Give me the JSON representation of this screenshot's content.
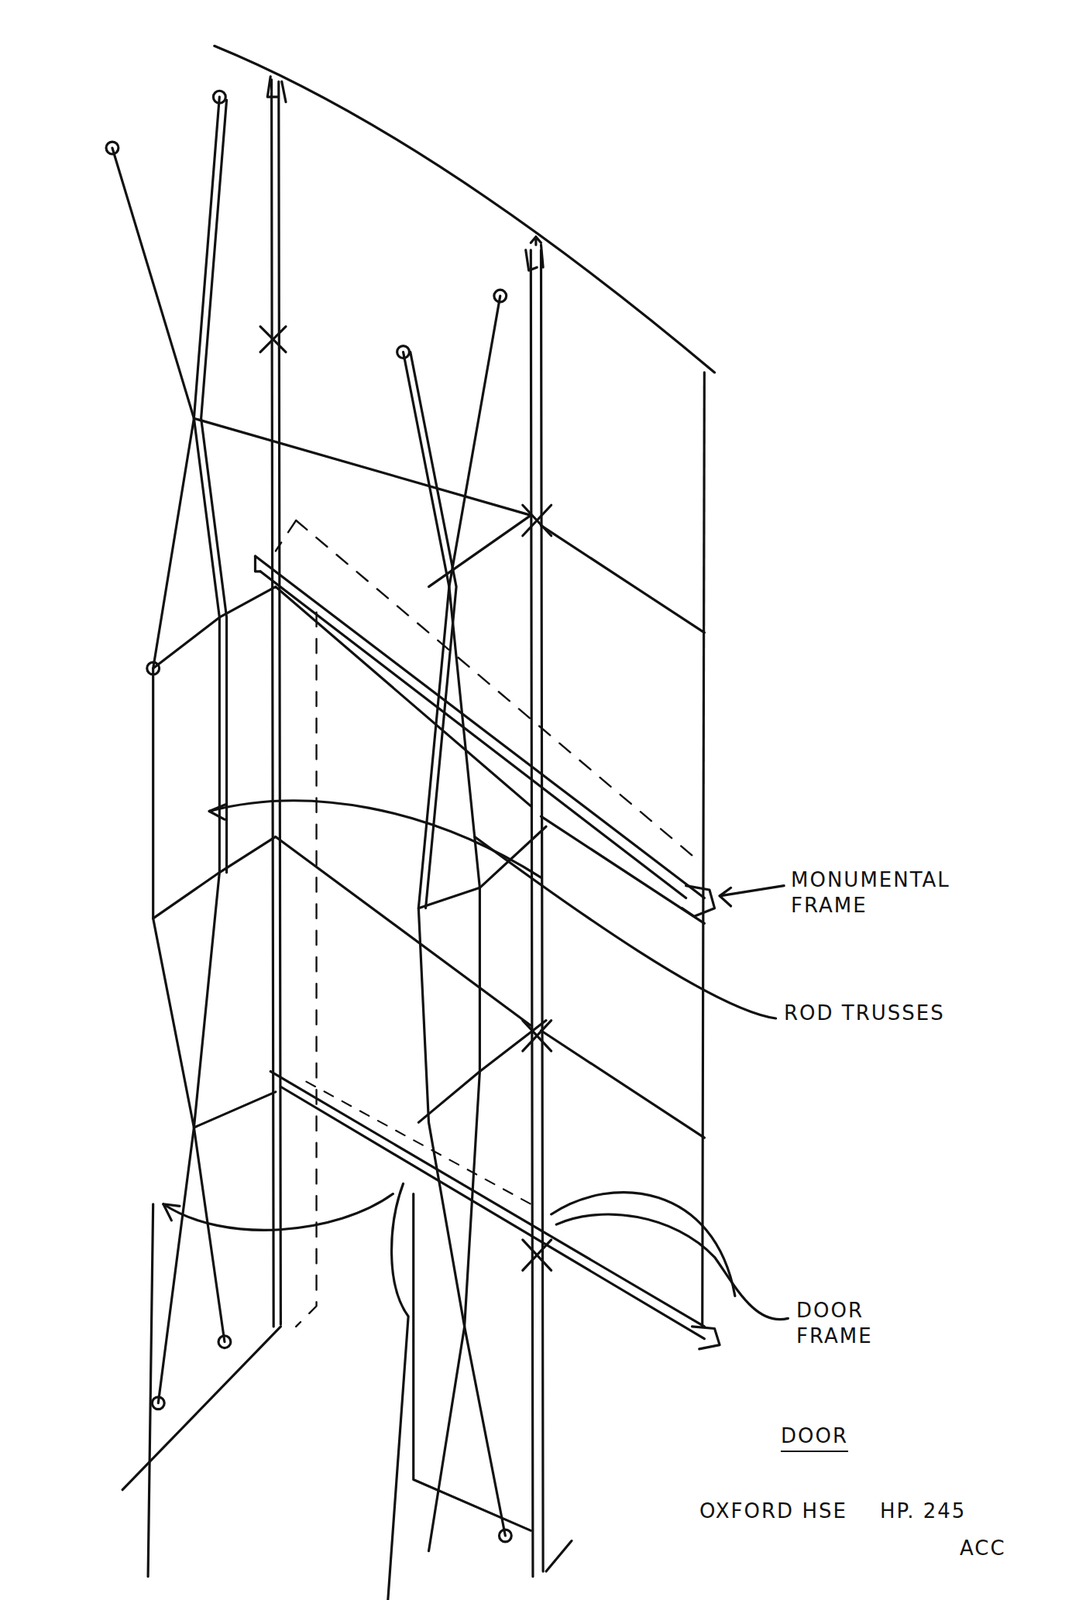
{
  "diagram": {
    "title": "DOOR",
    "labels": [
      "MONUMENTAL FRAME",
      "ROD TRUSSES",
      "DOOR FRAME",
      "OXFORD HSE",
      "HP. 245",
      "ACC"
    ]
  }
}
